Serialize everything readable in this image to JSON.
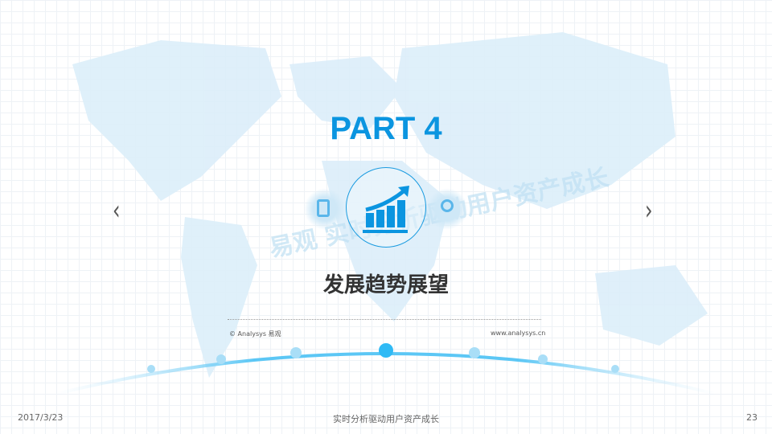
{
  "slide": {
    "part_title": "PART 4",
    "subtitle": "发展趋势展望",
    "copyright": "© Analysys 易观",
    "website": "www.analysys.cn",
    "watermark": "易观 实时分析驱动用户资产成长"
  },
  "nav": {
    "prev": "‹",
    "next": "›"
  },
  "footer": {
    "date": "2017/3/23",
    "center": "实时分析驱动用户资产成长",
    "page": "23"
  },
  "colors": {
    "accent": "#0b95e0",
    "map": "#d4ebf8"
  }
}
